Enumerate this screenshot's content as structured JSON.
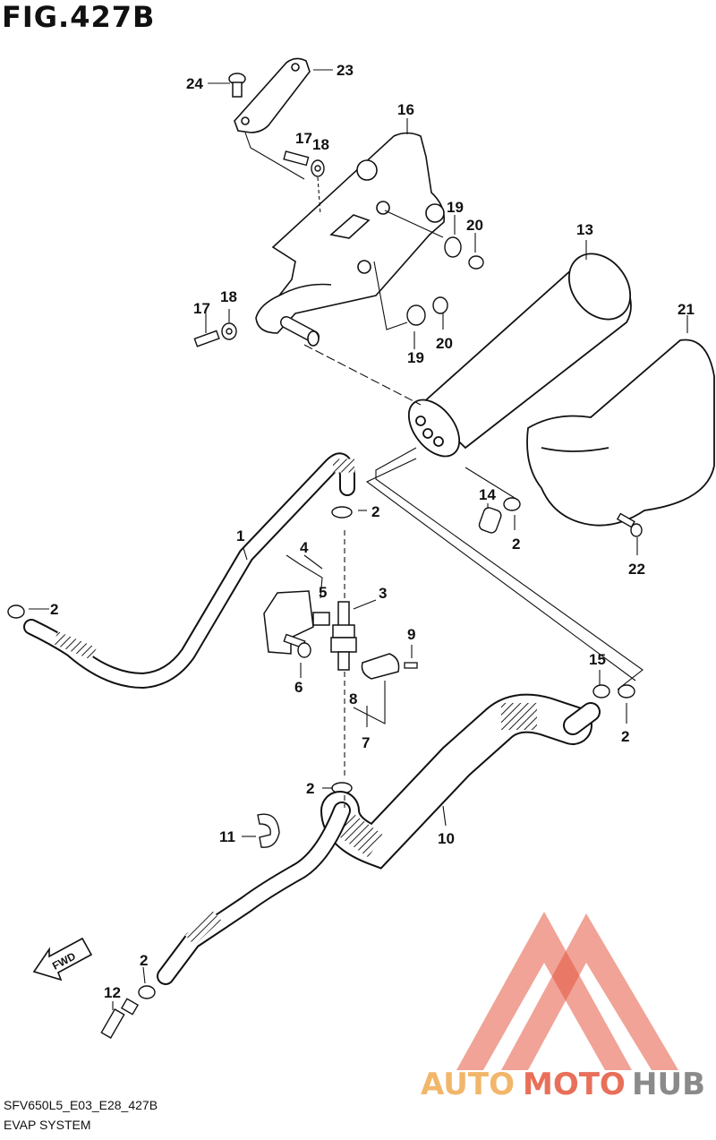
{
  "figure": {
    "title": "FIG.427B",
    "code": "SFV650L5_E03_E28_427B",
    "name": "EVAP SYSTEM"
  },
  "callouts": [
    "1",
    "2",
    "3",
    "4",
    "5",
    "6",
    "7",
    "8",
    "9",
    "10",
    "11",
    "12",
    "13",
    "14",
    "15",
    "16",
    "17",
    "18",
    "19",
    "20",
    "21",
    "22",
    "23",
    "24"
  ],
  "fwd_arrow": "FWD",
  "watermark": {
    "part1": "AUTO",
    "part2": "MOTO",
    "part3": "HUB",
    "colors": {
      "auto": "#f2b66a",
      "moto": "#e8705a",
      "hub": "#8a8a8a",
      "logo": "#e4573f"
    }
  }
}
